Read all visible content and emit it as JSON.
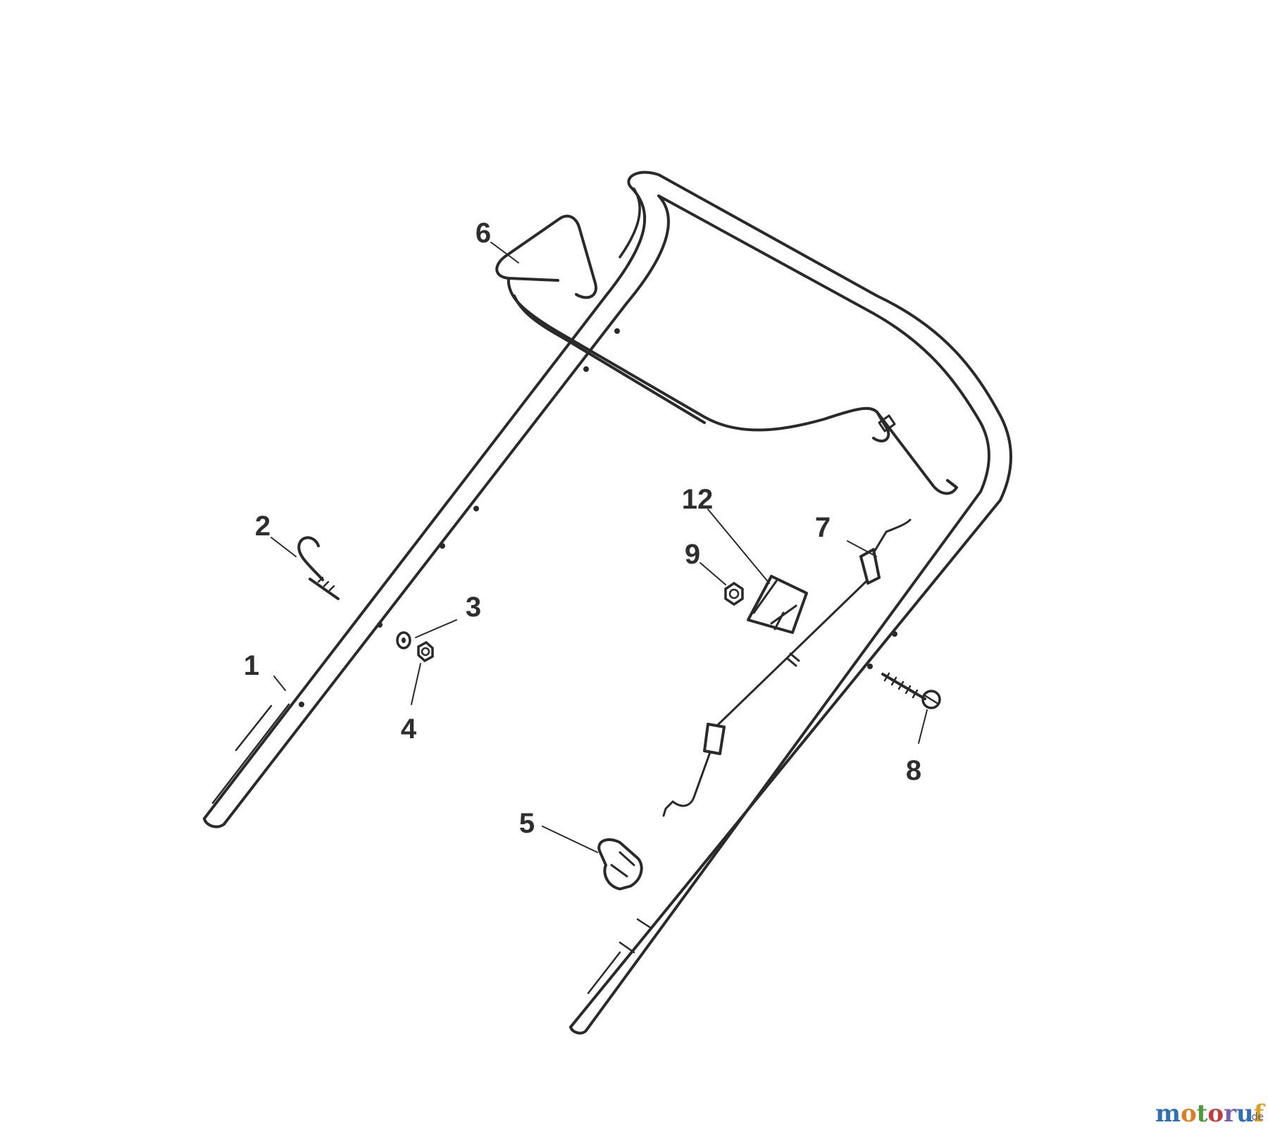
{
  "diagram": {
    "parts": [
      {
        "id": "part-1",
        "label": "1"
      },
      {
        "id": "part-2",
        "label": "2"
      },
      {
        "id": "part-3",
        "label": "3"
      },
      {
        "id": "part-4",
        "label": "4"
      },
      {
        "id": "part-5",
        "label": "5"
      },
      {
        "id": "part-6",
        "label": "6"
      },
      {
        "id": "part-7",
        "label": "7"
      },
      {
        "id": "part-8",
        "label": "8"
      },
      {
        "id": "part-9",
        "label": "9"
      },
      {
        "id": "part-12",
        "label": "12"
      }
    ],
    "watermark": {
      "letters": [
        "m",
        "o",
        "t",
        "o",
        "r",
        "u",
        "f"
      ],
      "letter_colors": [
        "#2f6fb8",
        "#e07b1f",
        "#4f9a3a",
        "#c83a3a",
        "#7a5fb0",
        "#2f6fb8",
        "#e0a01f"
      ],
      "tld": ".de"
    }
  }
}
